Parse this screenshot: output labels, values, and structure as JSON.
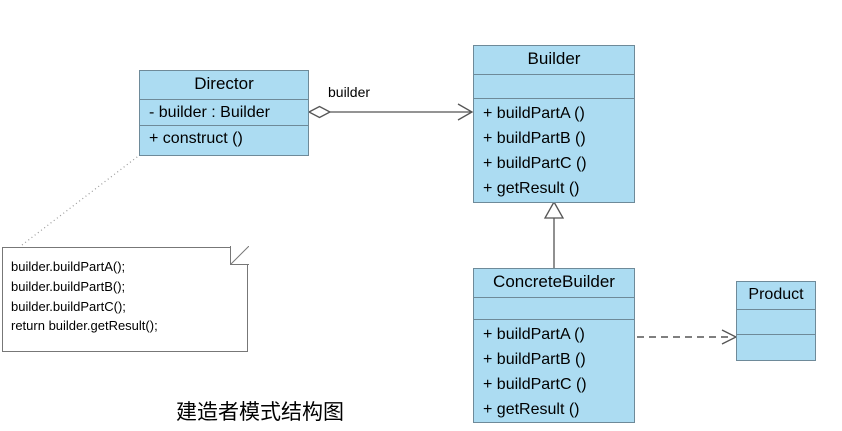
{
  "diagram": {
    "caption": "建造者模式结构图",
    "colors": {
      "class_fill": "#ACDCF2",
      "class_border": "#6E8A99",
      "note_border": "#777777",
      "connector": "#555555",
      "dotted_anchor": "#999999",
      "background": "#FFFFFF"
    },
    "classes": [
      {
        "id": "director",
        "name": "Director",
        "attributes": [
          "-  builder  :  Builder"
        ],
        "operations": [
          "+  construct ()"
        ]
      },
      {
        "id": "builder",
        "name": "Builder",
        "attributes": [],
        "operations": [
          "+  buildPartA ()",
          "+  buildPartB ()",
          "+  buildPartC ()",
          "+  getResult ()"
        ]
      },
      {
        "id": "concrete_builder",
        "name": "ConcreteBuilder",
        "attributes": [],
        "operations": [
          "+  buildPartA ()",
          "+  buildPartB ()",
          "+  buildPartC ()",
          "+  getResult ()"
        ]
      },
      {
        "id": "product",
        "name": "Product",
        "attributes": [],
        "operations": []
      }
    ],
    "note": {
      "id": "director-construct-note",
      "lines": [
        "builder.buildPartA();",
        "builder.buildPartB();",
        "builder.buildPartC();",
        "return builder.getResult();"
      ],
      "text": "builder.buildPartA();\nbuilder.buildPartB();\nbuilder.buildPartC();\nreturn builder.getResult();"
    },
    "relations": [
      {
        "id": "director-builder",
        "type": "aggregation",
        "from": "director",
        "to": "builder",
        "label": "builder"
      },
      {
        "id": "concretebuilder-builder",
        "type": "generalization",
        "from": "concrete_builder",
        "to": "builder",
        "label": ""
      },
      {
        "id": "concretebuilder-product",
        "type": "dependency",
        "from": "concrete_builder",
        "to": "product",
        "label": ""
      },
      {
        "id": "note-director",
        "type": "note-anchor",
        "from": "director-construct-note",
        "to": "director",
        "label": ""
      }
    ]
  }
}
